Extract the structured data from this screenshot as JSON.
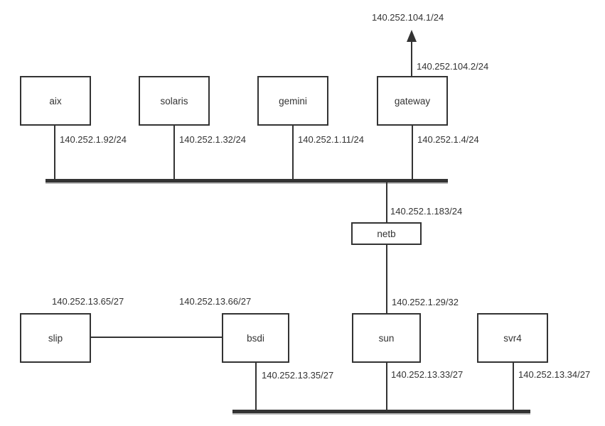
{
  "diagram": {
    "title": "network-topology",
    "line_color": "#333333",
    "text_color": "#333333",
    "background_color": "#ffffff"
  },
  "external_link": {
    "network_label": "140.252.104.1/24",
    "gateway_interface_label": "140.252.104.2/24"
  },
  "top_network": {
    "hosts": [
      {
        "name": "aix",
        "interface": "140.252.1.92/24"
      },
      {
        "name": "solaris",
        "interface": "140.252.1.32/24"
      },
      {
        "name": "gemini",
        "interface": "140.252.1.11/24"
      },
      {
        "name": "gateway",
        "interface": "140.252.1.4/24"
      }
    ]
  },
  "router_netb": {
    "name": "netb",
    "top_interface": "140.252.1.183/24",
    "bottom_interface": "140.252.1.29/32"
  },
  "serial_link": {
    "slip_end_label": "140.252.13.65/27",
    "bsdi_end_label": "140.252.13.66/27"
  },
  "bottom_network": {
    "hosts": [
      {
        "name": "slip"
      },
      {
        "name": "bsdi",
        "interface": "140.252.13.35/27"
      },
      {
        "name": "sun",
        "interface": "140.252.13.33/27"
      },
      {
        "name": "svr4",
        "interface": "140.252.13.34/27"
      }
    ]
  }
}
